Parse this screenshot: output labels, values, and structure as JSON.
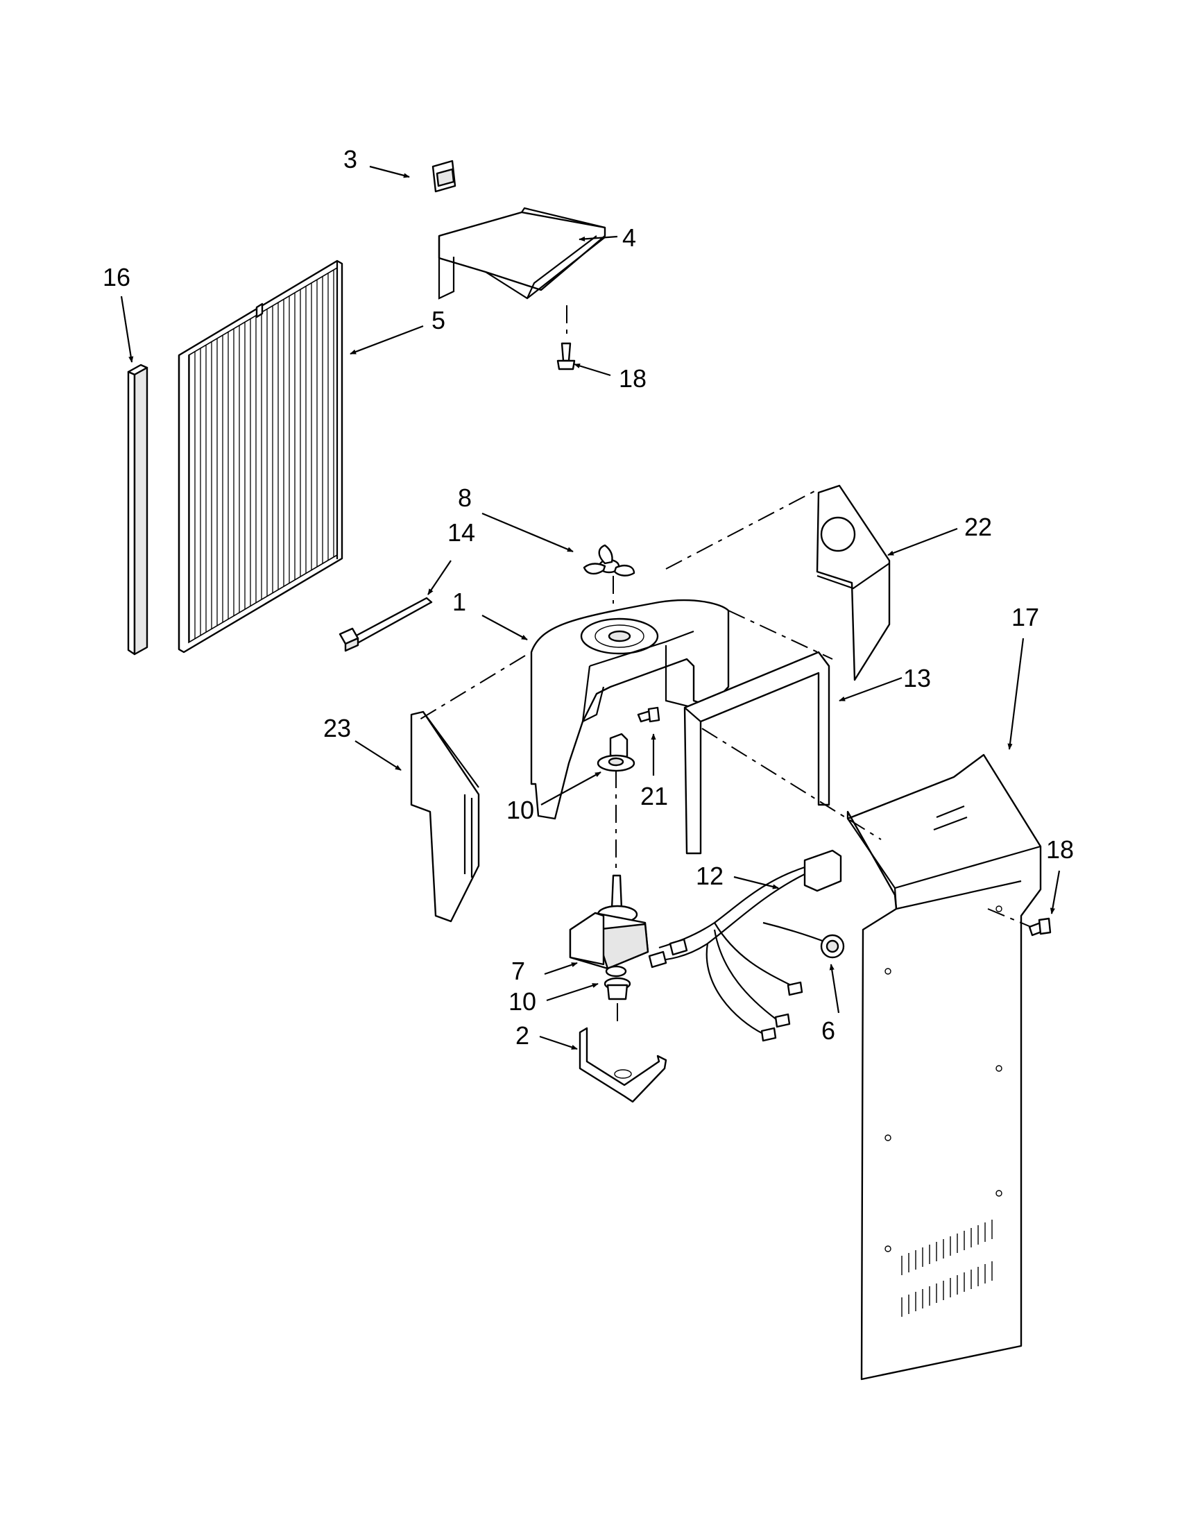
{
  "callouts": [
    {
      "id": "c1",
      "label": "1"
    },
    {
      "id": "c2",
      "label": "2"
    },
    {
      "id": "c3",
      "label": "3"
    },
    {
      "id": "c4",
      "label": "4"
    },
    {
      "id": "c5",
      "label": "5"
    },
    {
      "id": "c6",
      "label": "6"
    },
    {
      "id": "c7",
      "label": "7"
    },
    {
      "id": "c8",
      "label": "8"
    },
    {
      "id": "c10a",
      "label": "10"
    },
    {
      "id": "c10b",
      "label": "10"
    },
    {
      "id": "c12",
      "label": "12"
    },
    {
      "id": "c13",
      "label": "13"
    },
    {
      "id": "c14",
      "label": "14"
    },
    {
      "id": "c16",
      "label": "16"
    },
    {
      "id": "c17",
      "label": "17"
    },
    {
      "id": "c18a",
      "label": "18"
    },
    {
      "id": "c18b",
      "label": "18"
    },
    {
      "id": "c21",
      "label": "21"
    },
    {
      "id": "c22",
      "label": "22"
    },
    {
      "id": "c23",
      "label": "23"
    }
  ]
}
